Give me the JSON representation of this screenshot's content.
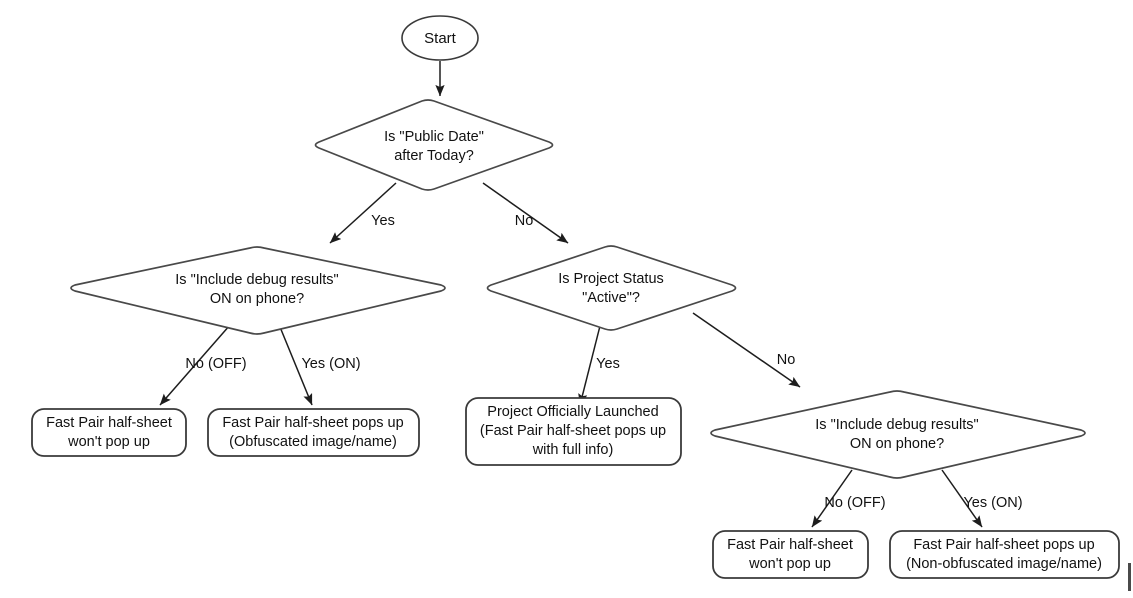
{
  "diagram": {
    "type": "flowchart",
    "title": "Fast Pair half-sheet display decision flow",
    "background_color": "#ffffff",
    "stroke_color": "#2b2b2b",
    "text_color": "#111111"
  },
  "nodes": {
    "start": {
      "id": "start",
      "shape": "ellipse",
      "label": "Start"
    },
    "decision_public_date": {
      "id": "decision-public-date",
      "shape": "diamond",
      "line1": "Is \"Public Date\"",
      "line2": "after Today?"
    },
    "decision_debug_left": {
      "id": "decision-debug-left",
      "shape": "diamond",
      "line1": "Is \"Include debug results\"",
      "line2": "ON on phone?"
    },
    "decision_project_status": {
      "id": "decision-project-status",
      "shape": "diamond",
      "line1": "Is Project Status",
      "line2": "\"Active\"?"
    },
    "decision_debug_right": {
      "id": "decision-debug-right",
      "shape": "diamond",
      "line1": "Is \"Include debug results\"",
      "line2": "ON on phone?"
    },
    "outcome_left_no": {
      "id": "outcome-left-no",
      "shape": "terminator",
      "line1": "Fast Pair half-sheet",
      "line2": "won't pop up"
    },
    "outcome_left_yes": {
      "id": "outcome-left-yes",
      "shape": "terminator",
      "line1": "Fast Pair half-sheet pops up",
      "line2": "(Obfuscated image/name)"
    },
    "outcome_launched": {
      "id": "outcome-launched",
      "shape": "terminator",
      "line1": "Project Officially Launched",
      "line2": "(Fast Pair half-sheet pops up",
      "line3": "with full info)"
    },
    "outcome_right_no": {
      "id": "outcome-right-no",
      "shape": "terminator",
      "line1": "Fast Pair half-sheet",
      "line2": "won't pop up"
    },
    "outcome_right_yes": {
      "id": "outcome-right-yes",
      "shape": "terminator",
      "line1": "Fast Pair half-sheet pops up",
      "line2": "(Non-obfuscated image/name)"
    }
  },
  "edges": [
    {
      "id": "start-to-public-date",
      "from": "start",
      "to": "decision_public_date",
      "label": ""
    },
    {
      "id": "public-date-yes",
      "from": "decision_public_date",
      "to": "decision_debug_left",
      "label": "Yes"
    },
    {
      "id": "public-date-no",
      "from": "decision_public_date",
      "to": "decision_project_status",
      "label": "No"
    },
    {
      "id": "debug-left-off",
      "from": "decision_debug_left",
      "to": "outcome_left_no",
      "label": "No (OFF)"
    },
    {
      "id": "debug-left-on",
      "from": "decision_debug_left",
      "to": "outcome_left_yes",
      "label": "Yes (ON)"
    },
    {
      "id": "project-status-yes",
      "from": "decision_project_status",
      "to": "outcome_launched",
      "label": "Yes"
    },
    {
      "id": "project-status-no",
      "from": "decision_project_status",
      "to": "decision_debug_right",
      "label": "No"
    },
    {
      "id": "debug-right-off",
      "from": "decision_debug_right",
      "to": "outcome_right_no",
      "label": "No (OFF)"
    },
    {
      "id": "debug-right-on",
      "from": "decision_debug_right",
      "to": "outcome_right_yes",
      "label": "Yes (ON)"
    }
  ],
  "edge_labels": {
    "public_date_yes": "Yes",
    "public_date_no": "No",
    "debug_left_off": "No (OFF)",
    "debug_left_on": "Yes (ON)",
    "project_status_yes": "Yes",
    "project_status_no": "No",
    "debug_right_off": "No (OFF)",
    "debug_right_on": "Yes (ON)"
  }
}
